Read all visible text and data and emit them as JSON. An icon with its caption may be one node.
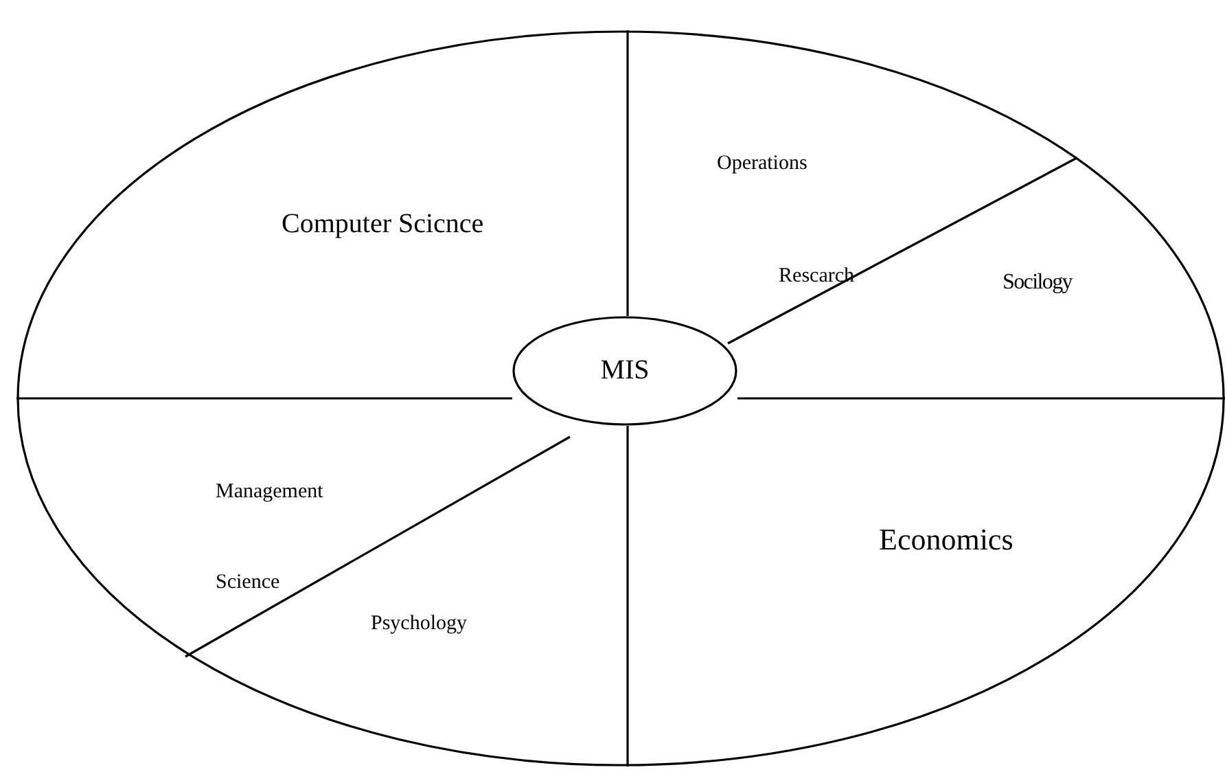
{
  "diagram": {
    "nodes": [
      {
        "text": [],
        "shape": "ellipse"
      },
      {
        "text": [
          "Computer Scicnce"
        ],
        "in": 0
      },
      {
        "text": [
          "Operations Rescarch"
        ],
        "in": 0
      },
      {
        "text": [
          "Socilogy"
        ],
        "in": 0
      },
      {
        "text": [
          "MIS"
        ],
        "in": 0
      },
      {
        "text": [
          "Management Science"
        ],
        "in": 0
      },
      {
        "text": [
          "Psychology"
        ],
        "in": 0
      },
      {
        "text": [
          "Economics"
        ],
        "in": 0
      }
    ],
    "edges": []
  }
}
